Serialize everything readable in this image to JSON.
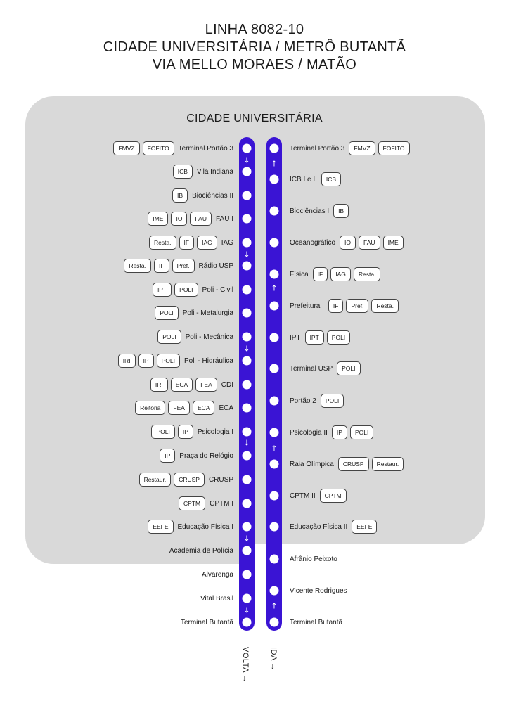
{
  "header": {
    "line1": "LINHA 8082-10",
    "line2": "CIDADE UNIVERSITÁRIA / METRÔ BUTANTÃ",
    "line3": "VIA MELLO MORAES / MATÃO"
  },
  "zone_title": "CIDADE UNIVERSITÁRIA",
  "direction_labels": {
    "volta": "VOLTA →",
    "ida": "IDA →"
  },
  "colors": {
    "track": "#3a14d4",
    "campus_zone": "#d9d9d9"
  },
  "volta": {
    "stops": [
      {
        "name": "Terminal Portão 3",
        "chips": [
          "FMVZ",
          "FOFITO"
        ]
      },
      {
        "name": "Vila Indiana",
        "chips": [
          "ICB"
        ]
      },
      {
        "name": "Biociências II",
        "chips": [
          "IB"
        ]
      },
      {
        "name": "FAU I",
        "chips": [
          "IME",
          "IO",
          "FAU"
        ]
      },
      {
        "name": "IAG",
        "chips": [
          "Resta.",
          "IF",
          "IAG"
        ]
      },
      {
        "name": "Rádio USP",
        "chips": [
          "Resta.",
          "IF",
          "Pref."
        ]
      },
      {
        "name": "Poli - Civil",
        "chips": [
          "IPT",
          "POLI"
        ]
      },
      {
        "name": "Poli - Metalurgia",
        "chips": [
          "POLI"
        ]
      },
      {
        "name": "Poli - Mecânica",
        "chips": [
          "POLI"
        ]
      },
      {
        "name": "Poli - Hidráulica",
        "chips": [
          "IRI",
          "IP",
          "POLI"
        ]
      },
      {
        "name": "CDI",
        "chips": [
          "IRI",
          "ECA",
          "FEA"
        ]
      },
      {
        "name": "ECA",
        "chips": [
          "Reitoria",
          "FEA",
          "ECA"
        ]
      },
      {
        "name": "Psicologia I",
        "chips": [
          "POLI",
          "IP"
        ]
      },
      {
        "name": "Praça do Relógio",
        "chips": [
          "IP"
        ]
      },
      {
        "name": "CRUSP",
        "chips": [
          "Restaur.",
          "CRUSP"
        ]
      },
      {
        "name": "CPTM I",
        "chips": [
          "CPTM"
        ]
      },
      {
        "name": "Educação Física I",
        "chips": [
          "EEFE"
        ]
      },
      {
        "name": "Academia de Polícia",
        "chips": []
      },
      {
        "name": "Alvarenga",
        "chips": []
      },
      {
        "name": "Vital Brasil",
        "chips": []
      },
      {
        "name": "Terminal Butantã",
        "chips": []
      }
    ],
    "arrows": [
      "↓",
      "↓",
      "↓",
      "↓",
      "↓",
      "↓"
    ]
  },
  "ida": {
    "stops": [
      {
        "name": "Terminal Portão 3",
        "chips": [
          "FMVZ",
          "FOFITO"
        ]
      },
      {
        "name": "ICB I e II",
        "chips": [
          "ICB"
        ]
      },
      {
        "name": "Biociências I",
        "chips": [
          "IB"
        ]
      },
      {
        "name": "Oceanográfico",
        "chips": [
          "IO",
          "FAU",
          "IME"
        ]
      },
      {
        "name": "Física",
        "chips": [
          "IF",
          "IAG",
          "Resta."
        ]
      },
      {
        "name": "Prefeitura I",
        "chips": [
          "IF",
          "Pref.",
          "Resta."
        ]
      },
      {
        "name": "IPT",
        "chips": [
          "IPT",
          "POLI"
        ]
      },
      {
        "name": "Terminal USP",
        "chips": [
          "POLI"
        ]
      },
      {
        "name": "Portão 2",
        "chips": [
          "POLI"
        ]
      },
      {
        "name": "Psicologia II",
        "chips": [
          "IP",
          "POLI"
        ]
      },
      {
        "name": "Raia Olímpica",
        "chips": [
          "CRUSP",
          "Restaur."
        ]
      },
      {
        "name": "CPTM II",
        "chips": [
          "CPTM"
        ]
      },
      {
        "name": "Educação Física II",
        "chips": [
          "EEFE"
        ]
      },
      {
        "name": "Afrânio Peixoto",
        "chips": []
      },
      {
        "name": "Vicente Rodrigues",
        "chips": []
      },
      {
        "name": "Terminal Butantã",
        "chips": []
      }
    ],
    "arrows": [
      "↑",
      "↑",
      "↑",
      "↑"
    ]
  }
}
